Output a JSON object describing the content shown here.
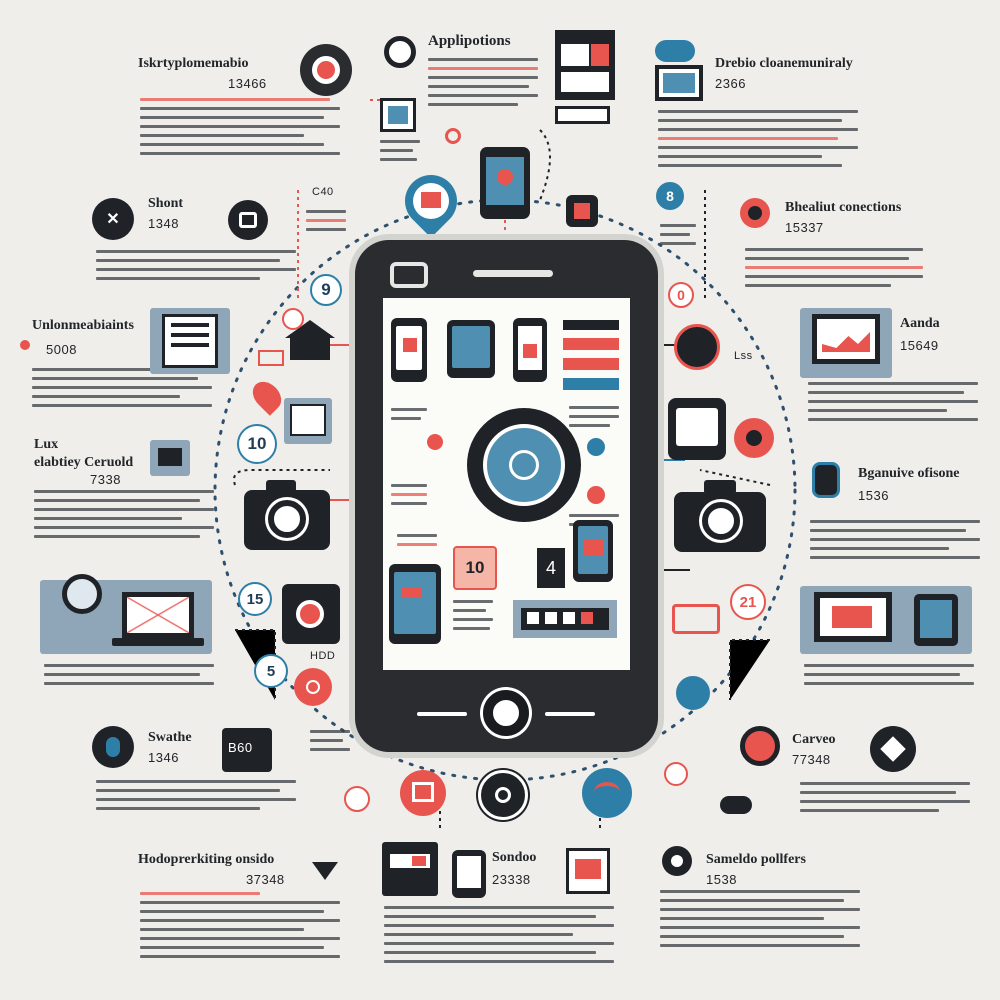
{
  "header": {
    "title_top": "Applipotions"
  },
  "blocks": {
    "top_left": {
      "title": "Iskrtyplomemabio",
      "value": "13466"
    },
    "top_right": {
      "title": "Drebio cloanemuniraly",
      "value": "2366"
    },
    "short": {
      "title": "Shont",
      "value": "1348"
    },
    "connections": {
      "title": "Bhealiut conections",
      "value": "15337"
    },
    "unmon": {
      "title": "Unlonmeabiaints",
      "value": "5008"
    },
    "aanda": {
      "title": "Aanda",
      "value": "15649"
    },
    "lux": {
      "title": "Lux\nelabtiey Ceruold",
      "value": "7338"
    },
    "bgame": {
      "title": "Bganuive ofisone",
      "value": "1536"
    },
    "swane": {
      "title": "Swathe",
      "value": "1346"
    },
    "carveo": {
      "title": "Carveo",
      "value": "77348"
    },
    "hodp": {
      "title": "Hodoprerkiting onsido",
      "value": "37348"
    },
    "sonedo": {
      "title": "Sondoo",
      "value": "23338"
    },
    "samoido": {
      "title": "Sameldo pollfers",
      "value": "1538"
    }
  },
  "badges": {
    "b9": "9",
    "b10": "10",
    "b15": "15",
    "b5": "5",
    "b8": "8",
    "b21": "21",
    "b0": "0",
    "b4": "4",
    "b10s": "10"
  },
  "small_labels": {
    "c40": "C40",
    "b860": "B60",
    "hdd": "HDD",
    "lss": "Lss"
  },
  "colors": {
    "background": "#efeeea",
    "accent_red": "#e8554e",
    "accent_blue": "#2e7fa8",
    "dark": "#1f2328",
    "panel": "#8fa5b8"
  }
}
